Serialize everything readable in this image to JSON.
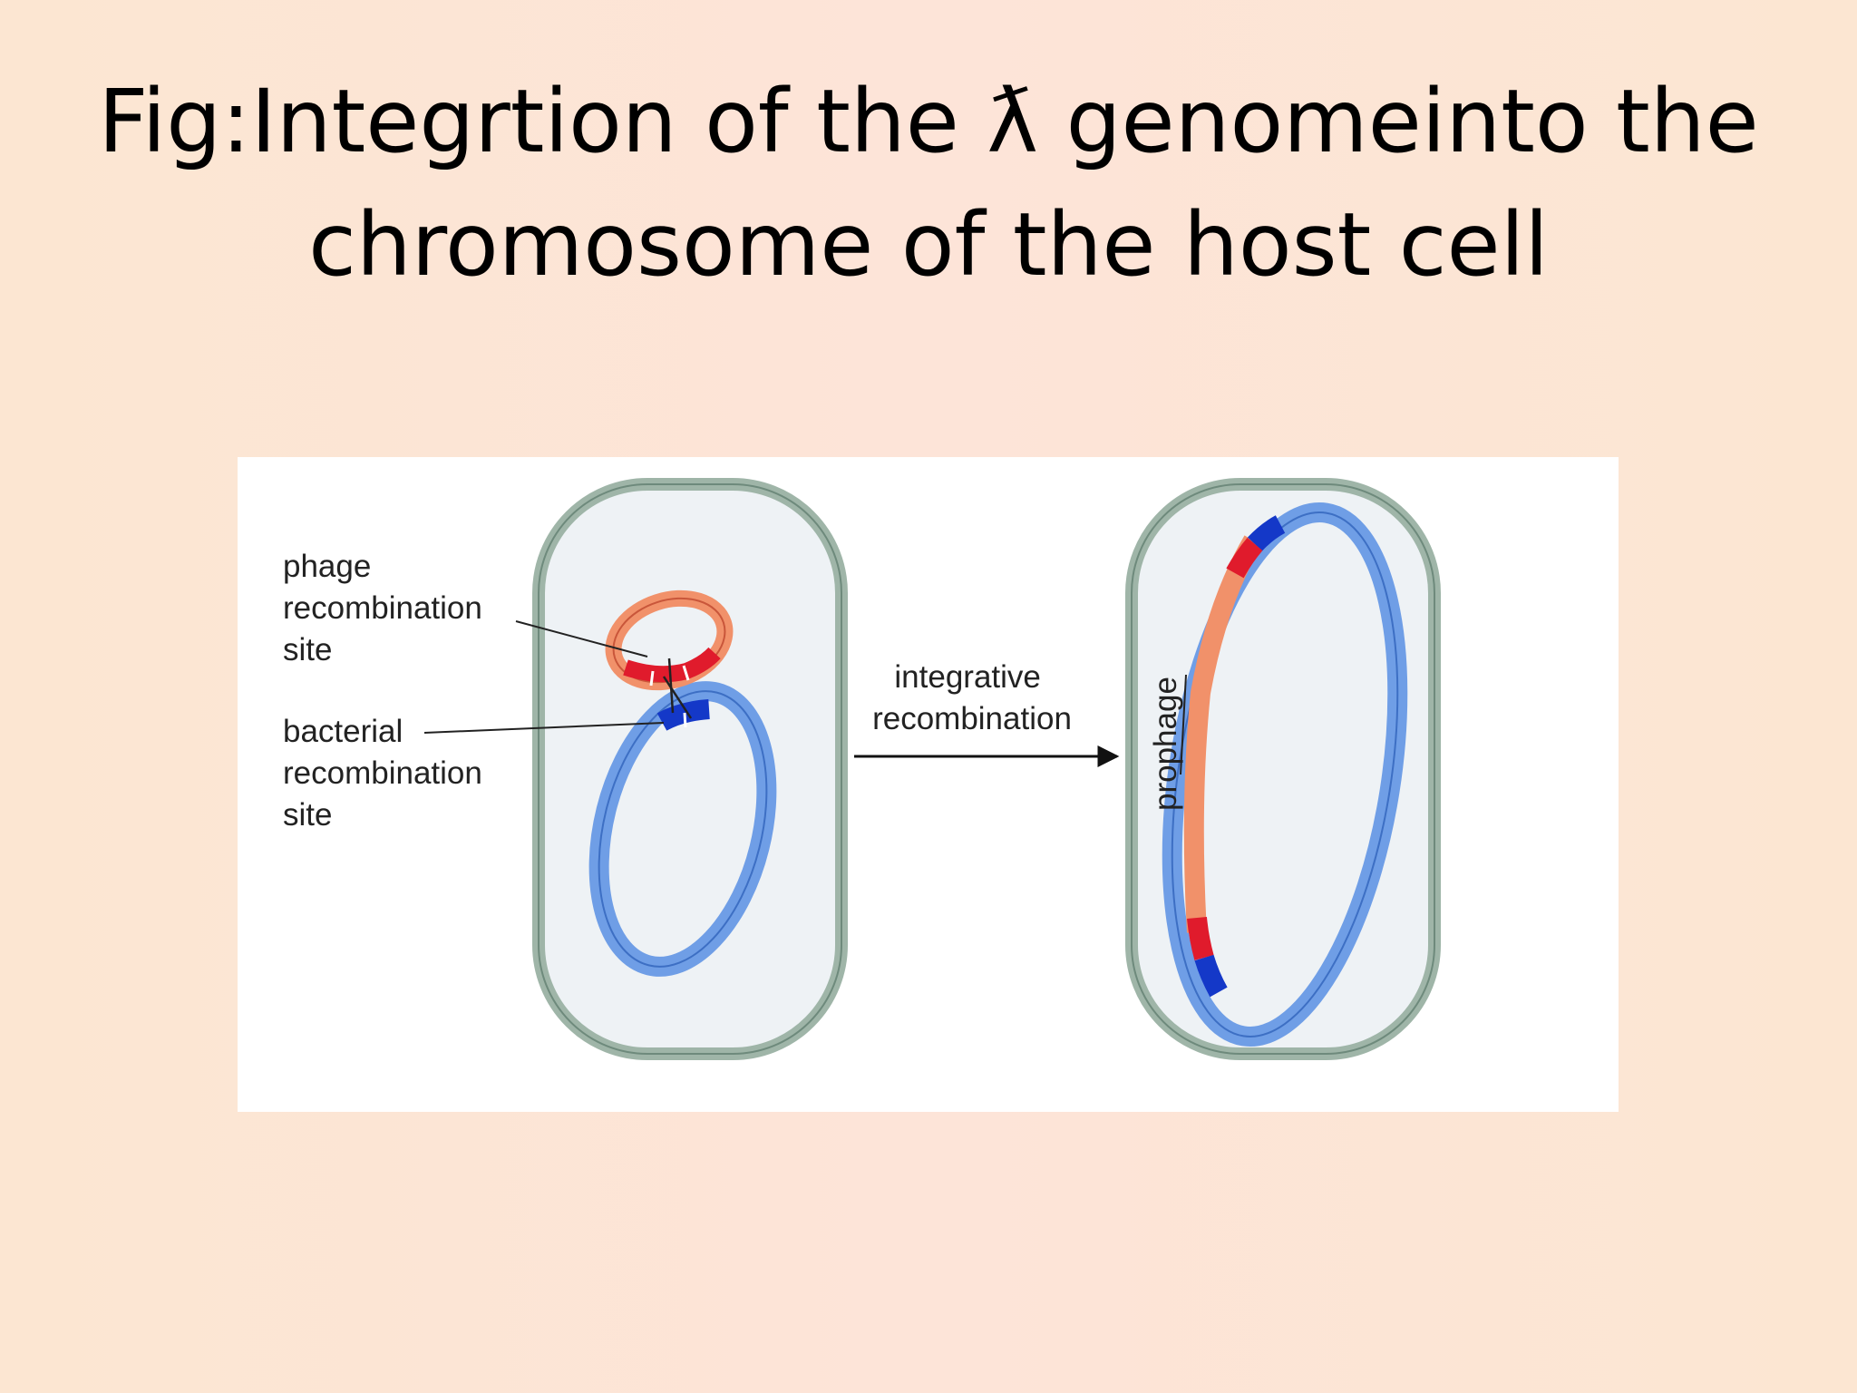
{
  "slide": {
    "title_line1": "Fig:Integrtion of the ƛ genomeinto the",
    "title_line2": "chromosome of the host cell"
  },
  "diagram": {
    "phage_label": [
      "phage",
      "recombination",
      "site"
    ],
    "bacterial_label": [
      "bacterial",
      "recombination",
      "site"
    ],
    "arrow_label": [
      "integrative",
      "recombination"
    ],
    "prophage_label": "prophage"
  },
  "colors": {
    "cell_wall": "#9fb5a8",
    "cell_interior": "#eef2f5",
    "bacterial_chromosome": "#6f9ee6",
    "phage_dna": "#f1916a",
    "phage_site": "#e01b2c",
    "bacterial_site": "#1438c8"
  }
}
